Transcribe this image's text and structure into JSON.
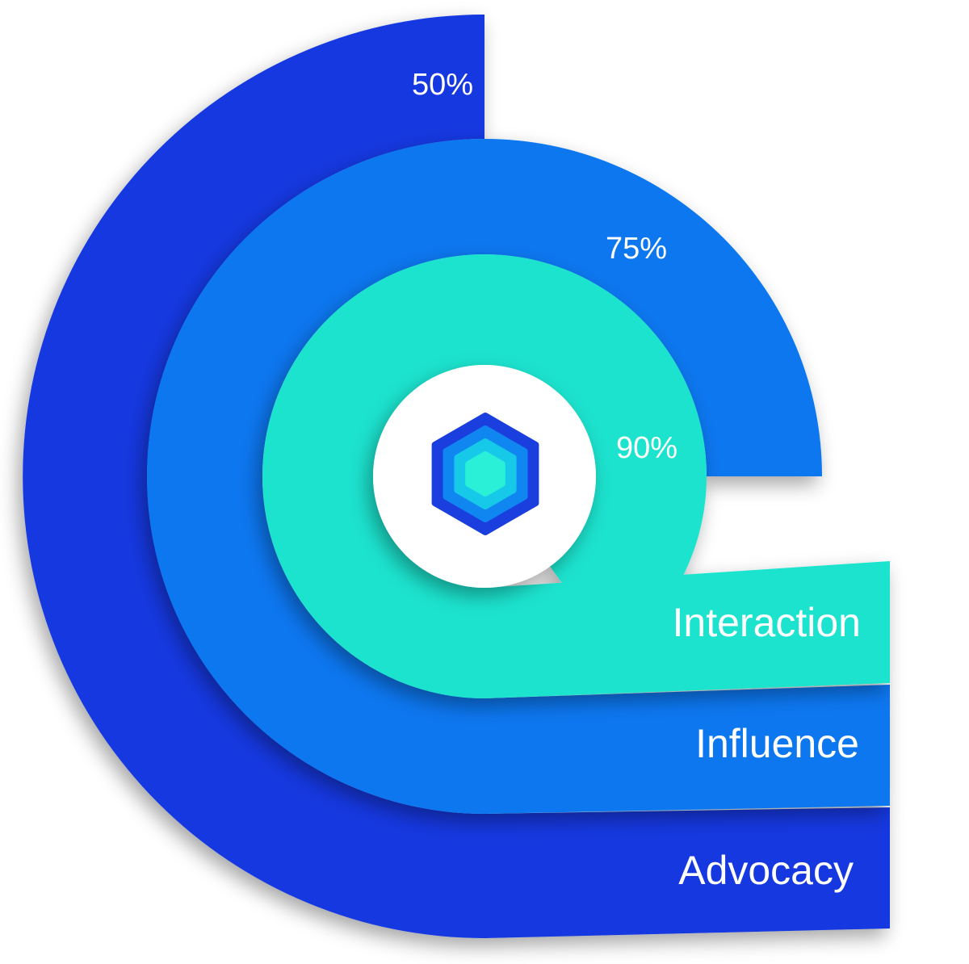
{
  "chart_data": {
    "type": "radial-bar",
    "series": [
      {
        "name": "Advocacy",
        "value": 50,
        "label": "50%",
        "color": "#1239E0"
      },
      {
        "name": "Influence",
        "value": 75,
        "label": "75%",
        "color": "#0A77F0"
      },
      {
        "name": "Interaction",
        "value": 90,
        "label": "90%",
        "color": "#1FE3CE"
      }
    ],
    "center_icon": "hexagon-logo-icon"
  },
  "colors": {
    "hex_outer": "#1A3FDE",
    "hex_mid": "#0F86F0",
    "hex_inner": "#17C9E8",
    "hex_core": "#2BF0D8",
    "center_disc": "#ffffff"
  }
}
